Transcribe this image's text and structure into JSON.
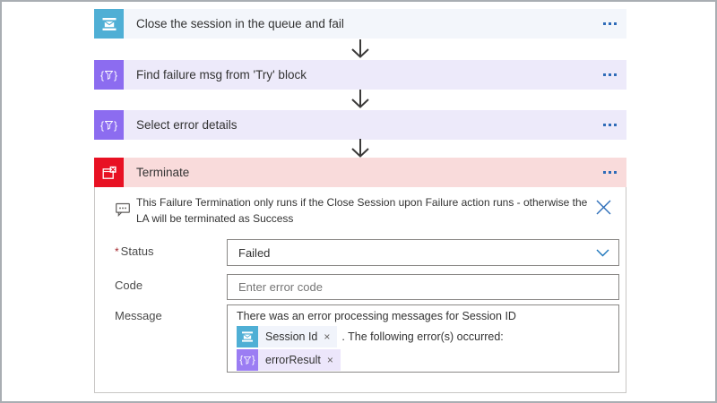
{
  "colors": {
    "service_bus_blue": "#4FAFD5",
    "data_operations_purple": "#8C6CF0",
    "terminate_red": "#E81123",
    "terminate_header_pink": "#F9DBDB",
    "card_blue_tint": "#F3F6FB",
    "card_purple_tint": "#EDEAFA",
    "accent_blue": "#2E6BB8"
  },
  "actions": [
    {
      "title": "Close the session in the queue and fail"
    },
    {
      "title": "Find failure msg from 'Try' block"
    },
    {
      "title": "Select error details"
    },
    {
      "title": "Terminate"
    }
  ],
  "terminate": {
    "note": "This Failure Termination only runs if the Close Session upon Failure action runs - otherwise the LA will be terminated as Success",
    "status": {
      "label": "Status",
      "required_mark": "*",
      "value": "Failed"
    },
    "code": {
      "label": "Code",
      "placeholder": "Enter error code"
    },
    "message": {
      "label": "Message",
      "text_line": "There was an error processing messages for Session ID",
      "token_session": {
        "label": "Session Id",
        "remove": "×"
      },
      "after_session_text": ". The following error(s) occurred:",
      "token_error": {
        "label": "errorResult",
        "remove": "×"
      }
    }
  }
}
